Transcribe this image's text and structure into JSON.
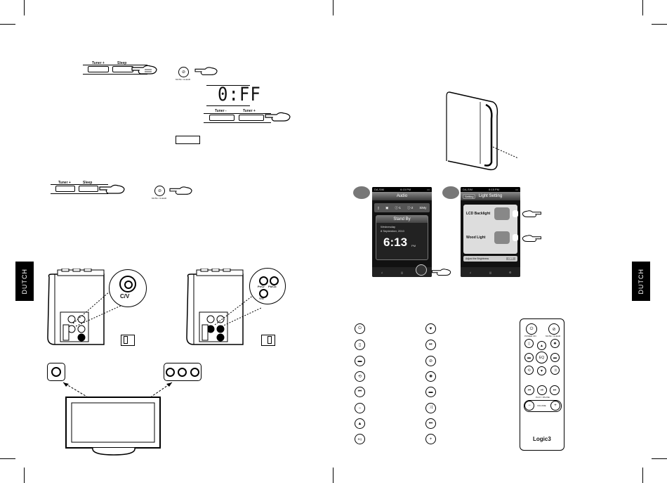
{
  "left_tab": "DUTCH",
  "right_tab": "DUTCH",
  "diagram1": {
    "tuner_label": "Tuner +",
    "sleep_label": "Sleep",
    "mute_label": "MUTE / CLEAR"
  },
  "diagram2": {
    "display": "0:FF",
    "tuner_minus": "Tuner -",
    "tuner_plus": "Tuner +"
  },
  "diagram3": {
    "tuner_label": "Tuner +",
    "sleep_label": "Sleep",
    "mute_label": "MUTE / CLEAR"
  },
  "av_left": {
    "jack_label": "C/V"
  },
  "av_right": {
    "pr_label": "Pr/Cr",
    "pb_label": "Pb/Cb",
    "y_label": "Y/G"
  },
  "phone1": {
    "carrier": "DA-SIM",
    "time": "6:15 PM",
    "title": "Audio",
    "src1": "ⓘ-1",
    "src2": "ⓘ-2",
    "src3": "SiMy",
    "standby": "Stand By",
    "day": "Wednesday",
    "date": "8 September, 2010",
    "clock": "6:13",
    "ampm": "PM"
  },
  "phone2": {
    "carrier": "DA-SIM",
    "time": "6:15 PM",
    "back": "Setting",
    "title": "Light Setting",
    "lcd": "LCD Backlight",
    "wood": "Wood Light",
    "adjust": "Adjust the Brightness",
    "off": "OFF"
  },
  "remote": {
    "brand": "Logic3",
    "mute_label": "MUTE / CLEAR",
    "power_label": "POWER ON",
    "play_label": "PLAY / PAUSE",
    "volume_label": "VOLUME"
  }
}
